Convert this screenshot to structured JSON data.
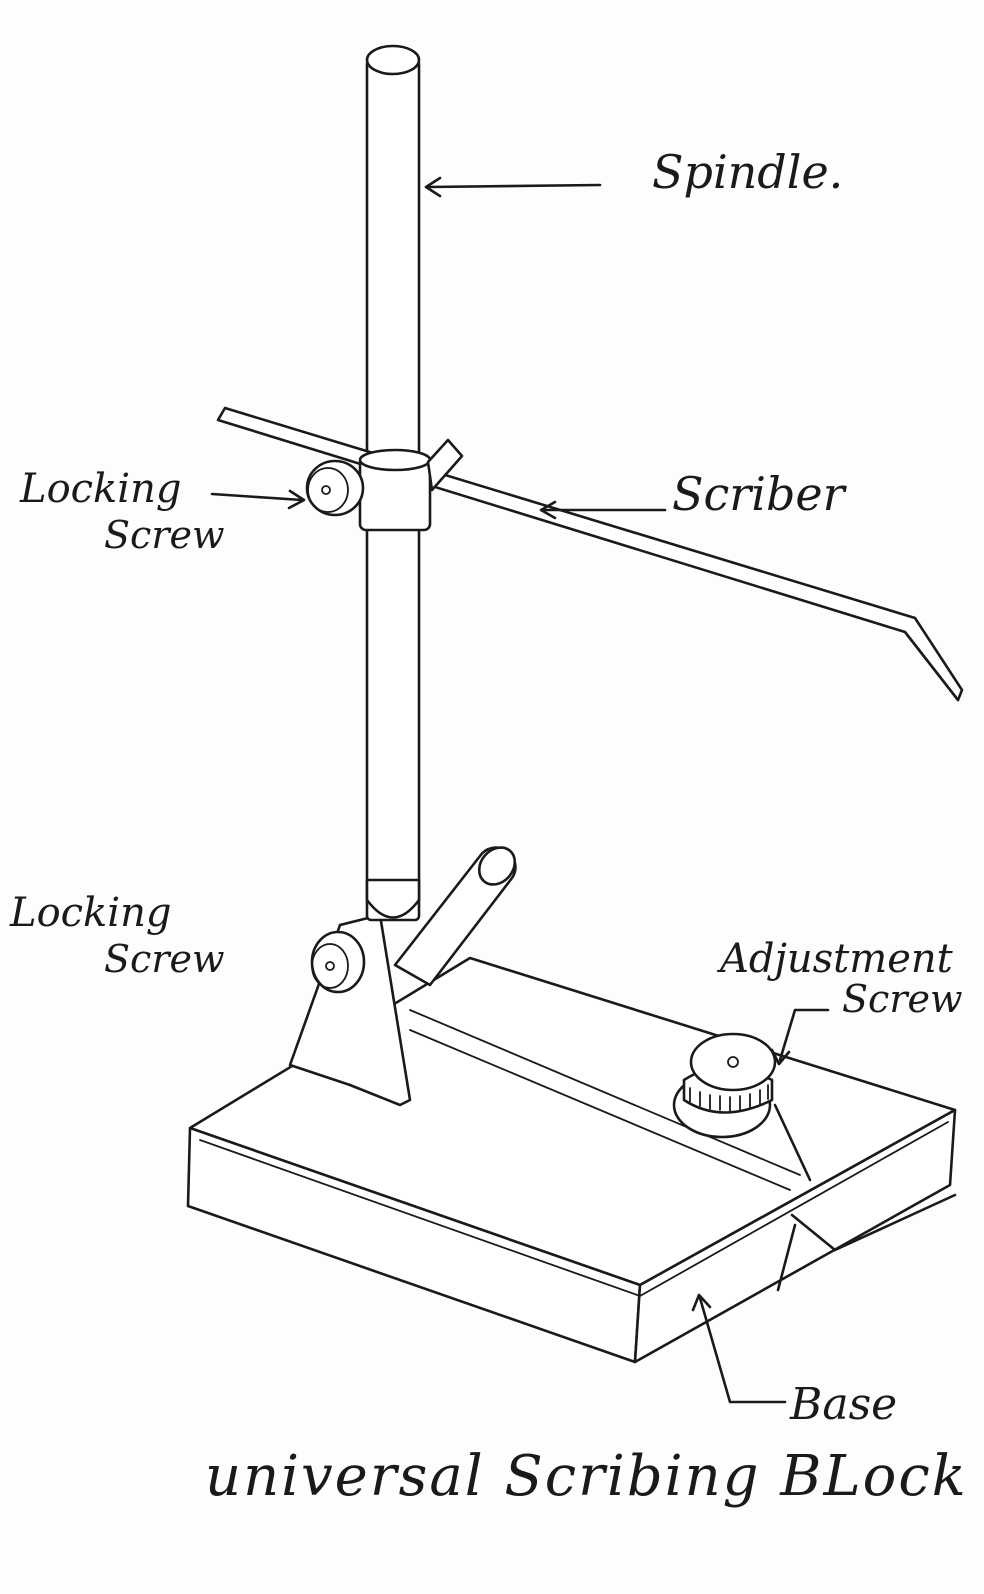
{
  "diagram": {
    "title": "universal Scribing BLock .",
    "labels": {
      "spindle": "Spindle.",
      "scriber": "Scriber",
      "locking_screw_top_line1": "Locking",
      "locking_screw_top_line2": "Screw",
      "locking_screw_bottom_line1": "Locking",
      "locking_screw_bottom_line2": "Screw",
      "adjustment_screw_line1": "Adjustment",
      "adjustment_screw_line2": "Screw",
      "base": "Base"
    }
  }
}
